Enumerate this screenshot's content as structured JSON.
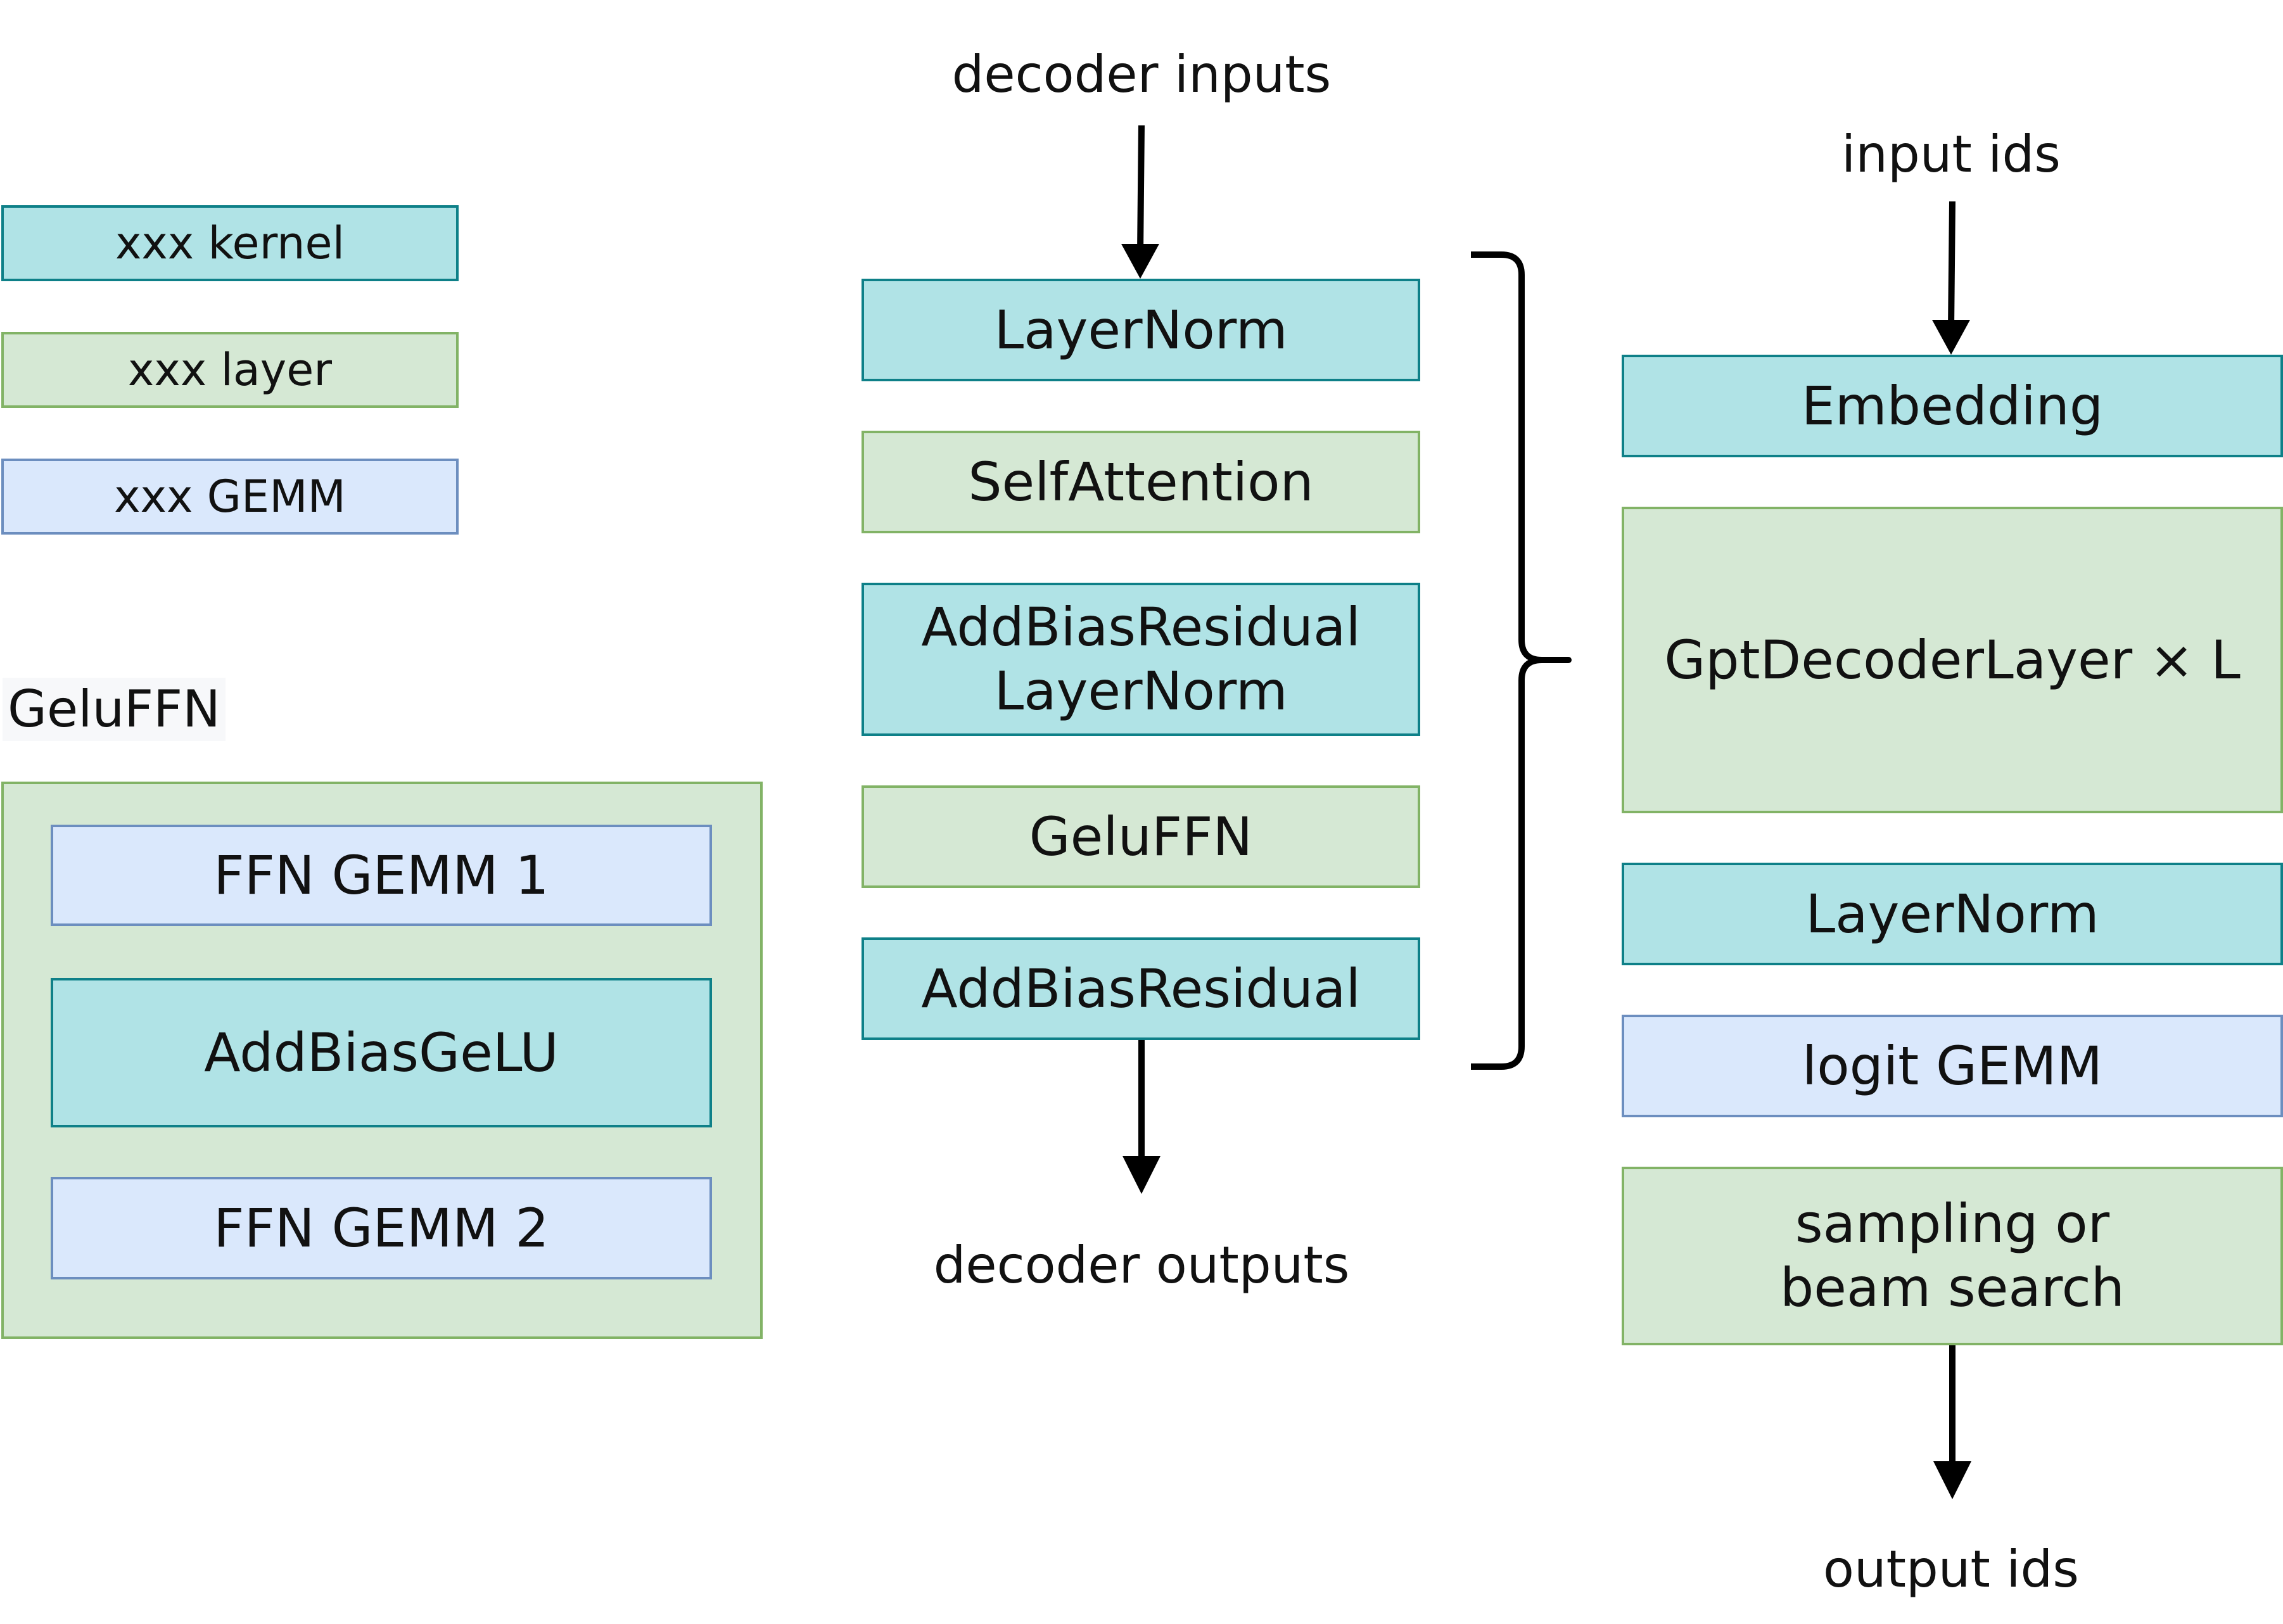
{
  "legend": {
    "kernel": "xxx kernel",
    "layer": "xxx layer",
    "gemm": "xxx GEMM"
  },
  "gelu_ffn": {
    "title": "GeluFFN",
    "blocks": [
      "FFN GEMM 1",
      "AddBiasGeLU",
      "FFN GEMM 2"
    ]
  },
  "decoder_layer": {
    "input_label": "decoder inputs",
    "output_label": "decoder outputs",
    "blocks": [
      "LayerNorm",
      "SelfAttention",
      "AddBiasResidual\nLayerNorm",
      "GeluFFN",
      "AddBiasResidual"
    ]
  },
  "gpt_model": {
    "input_label": "input ids",
    "output_label": "output ids",
    "blocks": [
      "Embedding",
      "GptDecoderLayer × L",
      "LayerNorm",
      "logit GEMM",
      "sampling or\nbeam search"
    ]
  },
  "colors": {
    "kernel_fill": "#b0e3e6",
    "kernel_border": "#0e8088",
    "layer_fill": "#d5e8d4",
    "layer_border": "#82b366",
    "gemm_fill": "#dae8fc",
    "gemm_border": "#6c8ebf",
    "arrow": "#000000"
  }
}
